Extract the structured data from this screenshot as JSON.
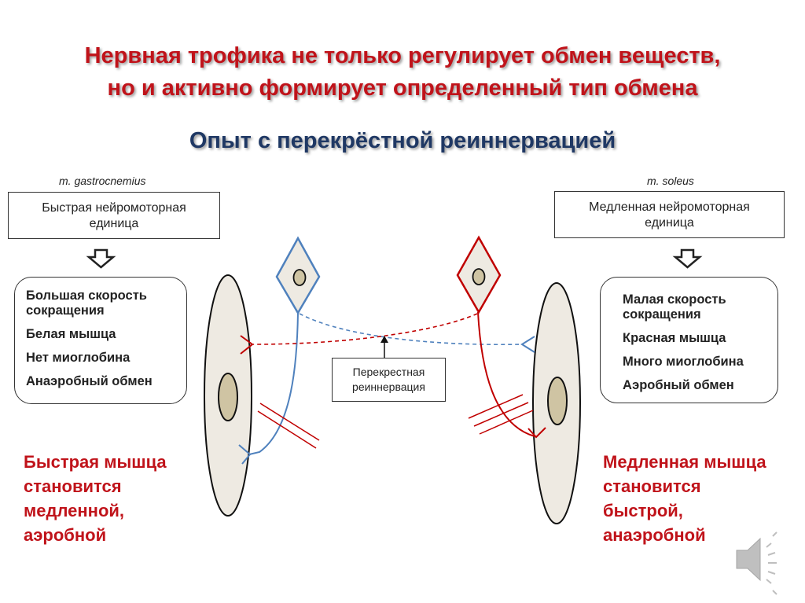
{
  "title": {
    "line1": "Нервная трофика не только регулирует обмен веществ,",
    "line2": "но и активно формирует определенный тип обмена"
  },
  "subtitle": "Опыт с перекрёстной реиннервацией",
  "left": {
    "muscle_name": "m. gastrocnemius",
    "unit_line1": "Быстрая нейромоторная",
    "unit_line2": "единица",
    "props": {
      "p1_line1": "Большая скорость",
      "p1_line2": "сокращения",
      "p2": "Белая мышца",
      "p3": "Нет миоглобина",
      "p4": "Анаэробный обмен"
    },
    "conclusion": [
      "Быстрая мышца",
      "становится",
      "медленной,",
      "аэробной"
    ],
    "neuron_color": "#4f81bd"
  },
  "right": {
    "muscle_name": "m. soleus",
    "unit_line1": "Медленная нейромоторная",
    "unit_line2": "единица",
    "props": {
      "p1_line1": "Малая скорость",
      "p1_line2": "сокращения",
      "p2": "Красная мышца",
      "p3": "Много миоглобина",
      "p4": "Аэробный обмен"
    },
    "conclusion": [
      "Медленная мышца",
      "становится",
      "быстрой,",
      "анаэробной"
    ],
    "neuron_color": "#c00000"
  },
  "center_label": {
    "line1": "Перекрестная",
    "line2": "реиннервация"
  },
  "colors": {
    "title_red": "#c0131a",
    "subtitle_navy": "#1f3864",
    "muscle_fill": "#eeeae2",
    "nucleus_fill": "#cfc4a3"
  },
  "icons": {
    "arrow": "hollow-down-arrow",
    "speaker": "speaker-icon"
  }
}
